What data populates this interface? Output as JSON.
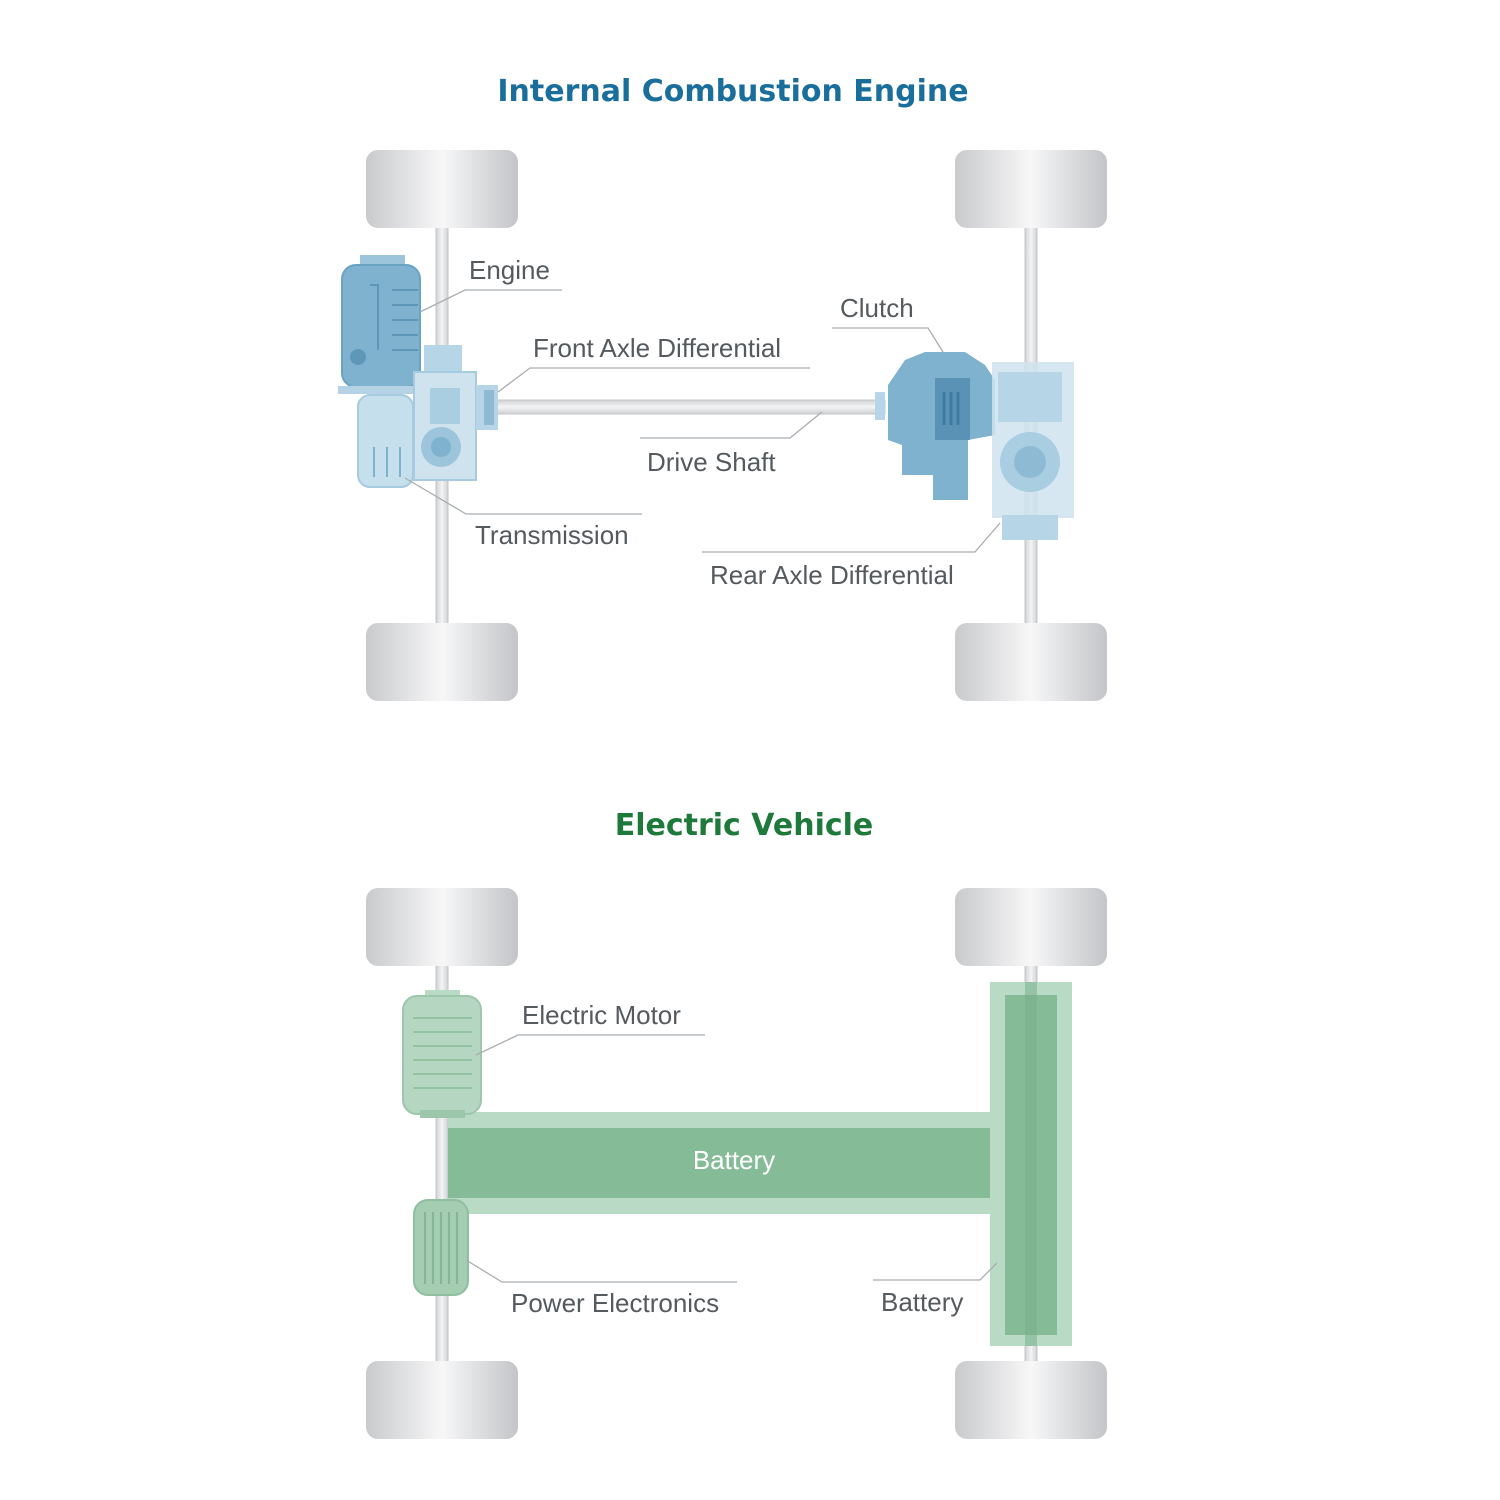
{
  "ice": {
    "title": "Internal Combustion Engine",
    "labels": {
      "engine": "Engine",
      "clutch": "Clutch",
      "front_axle_differential": "Front Axle Differential",
      "drive_shaft": "Drive Shaft",
      "transmission": "Transmission",
      "rear_axle_differential": "Rear Axle Differential"
    }
  },
  "ev": {
    "title": "Electric Vehicle",
    "labels": {
      "electric_motor": "Electric Motor",
      "battery_center": "Battery",
      "power_electronics": "Power Electronics",
      "battery_rear": "Battery"
    }
  },
  "colors": {
    "ice_title": "#1a6e9c",
    "ev_title": "#1e7a3a",
    "ice_component": "#7fb2cf",
    "ev_component": "#86bb98",
    "wheel": "#e0e1e3",
    "label_text": "#555a5e"
  }
}
